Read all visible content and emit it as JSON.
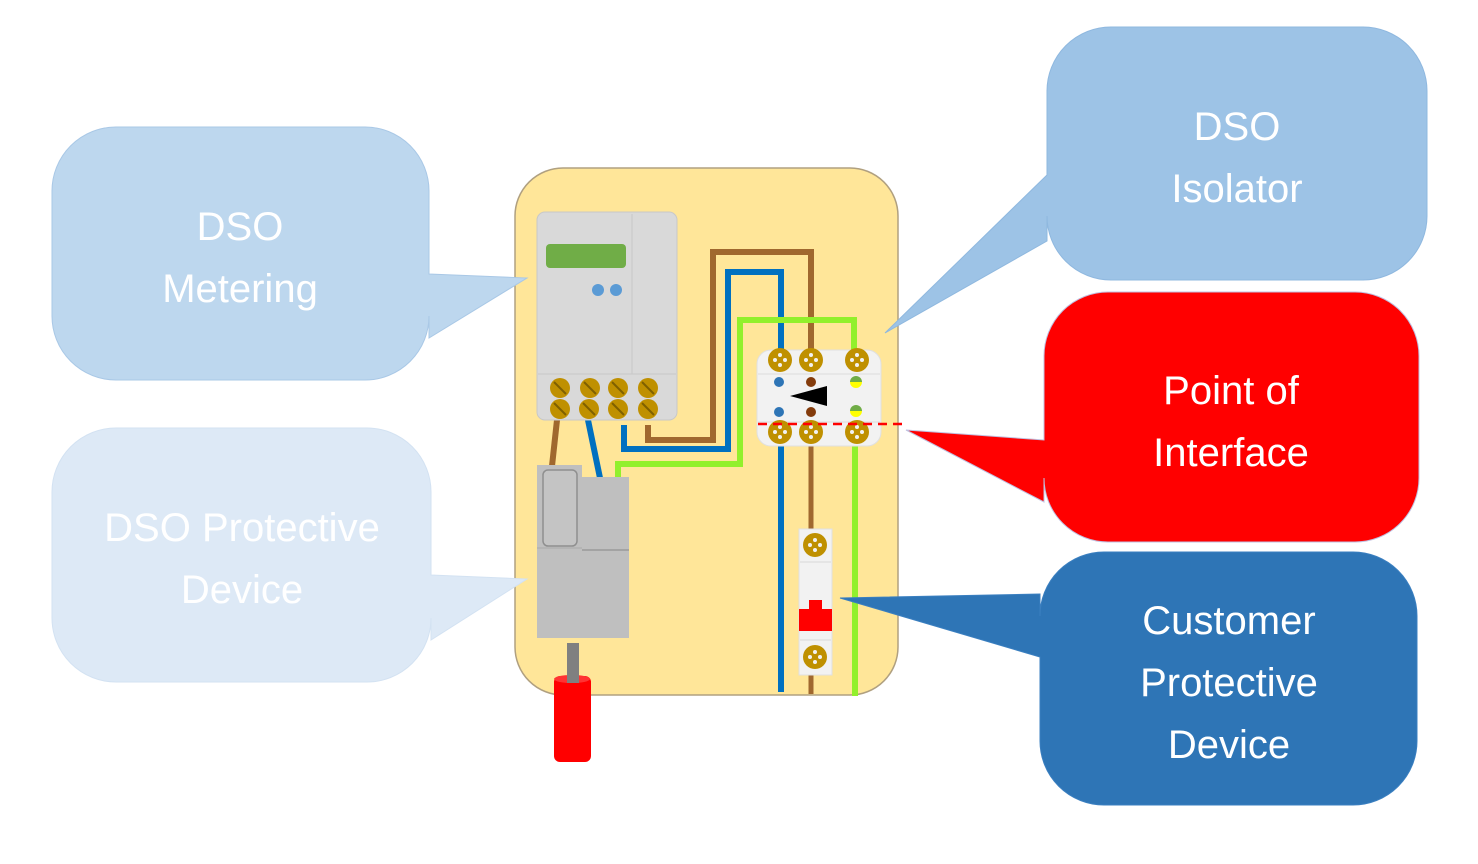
{
  "diagram": {
    "type": "electrical-supply-interface",
    "callouts": {
      "dso_metering": {
        "lines": [
          "DSO",
          "Metering"
        ],
        "fill": "#bdd7ee",
        "text_color": "#ffffff"
      },
      "dso_protective_device": {
        "lines": [
          "DSO Protective",
          "Device"
        ],
        "fill": "#dde9f6",
        "text_color": "#ffffff"
      },
      "dso_isolator": {
        "lines": [
          "DSO",
          "Isolator"
        ],
        "fill": "#9dc3e6",
        "text_color": "#ffffff"
      },
      "point_of_interface": {
        "lines": [
          "Point of",
          "Interface"
        ],
        "fill": "#ff0000",
        "text_color": "#ffffff"
      },
      "customer_protective_device": {
        "lines": [
          "Customer",
          "Protective",
          "Device"
        ],
        "fill": "#2e75b6",
        "text_color": "#ffffff"
      }
    },
    "colors": {
      "enclosure": "#ffe699",
      "enclosure_border": "#b0a080",
      "meter_body": "#d9d9d9",
      "meter_display": "#70ad47",
      "meter_buttons": "#5b9bd5",
      "terminal": "#bf9000",
      "wire_live": "#a0682e",
      "wire_neutral": "#0070c0",
      "wire_earth": "#92f02c",
      "cutout": "#bfbfbf",
      "isolator_body": "#f2f2f2",
      "mcb_toggle": "#ff0000",
      "service_cable": "#ff0000",
      "service_core": "#808080",
      "interface_line": "#ff0000"
    }
  }
}
